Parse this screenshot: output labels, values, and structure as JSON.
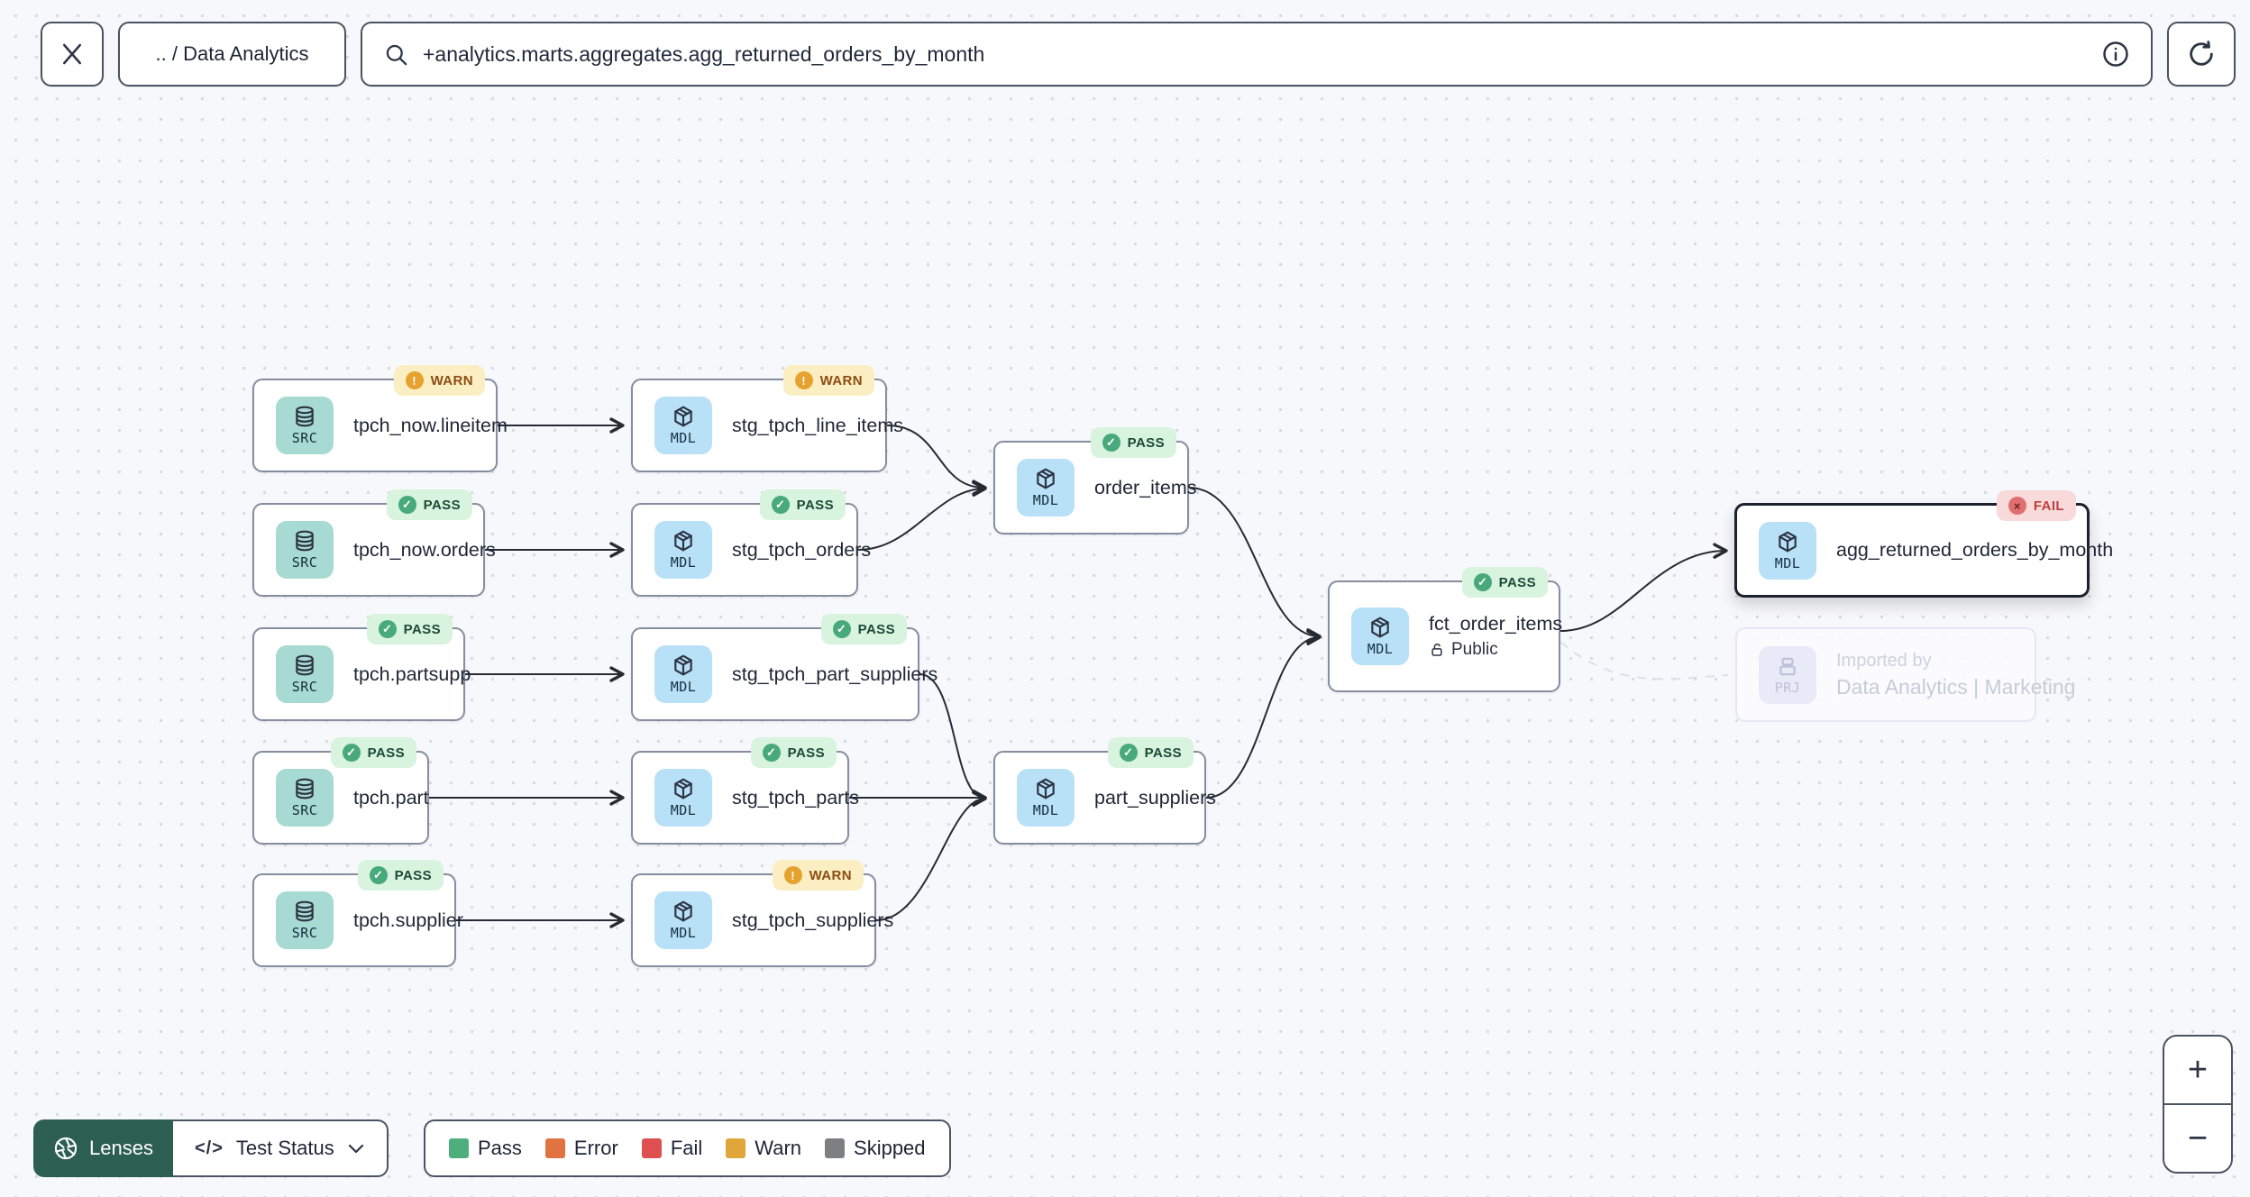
{
  "toolbar": {
    "close_icon": "x-icon",
    "breadcrumb": ".. / Data Analytics",
    "search_icon": "magnifier-icon",
    "search_value": "+analytics.marts.aggregates.agg_returned_orders_by_month",
    "info_icon": "info-circle-icon",
    "refresh_icon": "refresh-icon"
  },
  "graph": {
    "nodes": [
      {
        "id": "tpch_now.lineitem",
        "label": "tpch_now.lineitem",
        "kind": "SRC",
        "status": "WARN"
      },
      {
        "id": "stg_tpch_line_items",
        "label": "stg_tpch_line_items",
        "kind": "MDL",
        "status": "WARN"
      },
      {
        "id": "tpch_now.orders",
        "label": "tpch_now.orders",
        "kind": "SRC",
        "status": "PASS"
      },
      {
        "id": "stg_tpch_orders",
        "label": "stg_tpch_orders",
        "kind": "MDL",
        "status": "PASS"
      },
      {
        "id": "tpch.partsupp",
        "label": "tpch.partsupp",
        "kind": "SRC",
        "status": "PASS"
      },
      {
        "id": "stg_tpch_part_suppliers",
        "label": "stg_tpch_part_suppliers",
        "kind": "MDL",
        "status": "PASS"
      },
      {
        "id": "tpch.part",
        "label": "tpch.part",
        "kind": "SRC",
        "status": "PASS"
      },
      {
        "id": "stg_tpch_parts",
        "label": "stg_tpch_parts",
        "kind": "MDL",
        "status": "PASS"
      },
      {
        "id": "tpch.supplier",
        "label": "tpch.supplier",
        "kind": "SRC",
        "status": "PASS"
      },
      {
        "id": "stg_tpch_suppliers",
        "label": "stg_tpch_suppliers",
        "kind": "MDL",
        "status": "WARN"
      },
      {
        "id": "order_items",
        "label": "order_items",
        "kind": "MDL",
        "status": "PASS"
      },
      {
        "id": "part_suppliers",
        "label": "part_suppliers",
        "kind": "MDL",
        "status": "PASS"
      },
      {
        "id": "fct_order_items",
        "label": "fct_order_items",
        "kind": "MDL",
        "status": "PASS",
        "access": "Public",
        "access_icon": "unlock-icon"
      },
      {
        "id": "agg_returned_orders_by_month",
        "label": "agg_returned_orders_by_month",
        "kind": "MDL",
        "status": "FAIL",
        "selected": true
      },
      {
        "id": "imported_by_ghost",
        "label": "Imported by",
        "sublabel": "Data Analytics | Marketing",
        "kind": "PRJ",
        "ghost": true
      }
    ],
    "edges": [
      [
        "tpch_now.lineitem",
        "stg_tpch_line_items"
      ],
      [
        "stg_tpch_line_items",
        "order_items"
      ],
      [
        "tpch_now.orders",
        "stg_tpch_orders"
      ],
      [
        "stg_tpch_orders",
        "order_items"
      ],
      [
        "tpch.partsupp",
        "stg_tpch_part_suppliers"
      ],
      [
        "stg_tpch_part_suppliers",
        "part_suppliers"
      ],
      [
        "tpch.part",
        "stg_tpch_parts"
      ],
      [
        "stg_tpch_parts",
        "part_suppliers"
      ],
      [
        "tpch.supplier",
        "stg_tpch_suppliers"
      ],
      [
        "stg_tpch_suppliers",
        "part_suppliers"
      ],
      [
        "order_items",
        "fct_order_items"
      ],
      [
        "part_suppliers",
        "fct_order_items"
      ],
      [
        "fct_order_items",
        "agg_returned_orders_by_month"
      ],
      [
        "fct_order_items",
        "imported_by_ghost",
        "dashed"
      ]
    ],
    "status_glyphs": {
      "pass": "✓",
      "warn": "!",
      "fail": "×"
    }
  },
  "lenses": {
    "button_label": "Lenses",
    "selected_lens": "Test Status",
    "lens_icon": "aperture-icon",
    "type_icon": "code-icon",
    "code_glyph": "</>",
    "chevron_icon": "chevron-down-icon"
  },
  "legend": {
    "items": [
      {
        "label": "Pass",
        "color": "#4fae7d"
      },
      {
        "label": "Error",
        "color": "#e0733f"
      },
      {
        "label": "Fail",
        "color": "#de5050"
      },
      {
        "label": "Warn",
        "color": "#e0a63a"
      },
      {
        "label": "Skipped",
        "color": "#7d7f83"
      }
    ]
  },
  "zoom_controls": {
    "zoom_in": "+",
    "zoom_out": "−"
  },
  "colors": {
    "canvas_bg": "#f7f8fb",
    "node_border": "#868da0",
    "selected_border": "#1b222e",
    "src_chip": "#a7dad2",
    "mdl_chip": "#b8e0f7",
    "prj_chip": "#e9eaf8",
    "pass_badge_bg": "#d8f3de",
    "warn_badge_bg": "#faeec2",
    "fail_badge_bg": "#f8dada",
    "lenses_bg": "#2d5e52"
  }
}
